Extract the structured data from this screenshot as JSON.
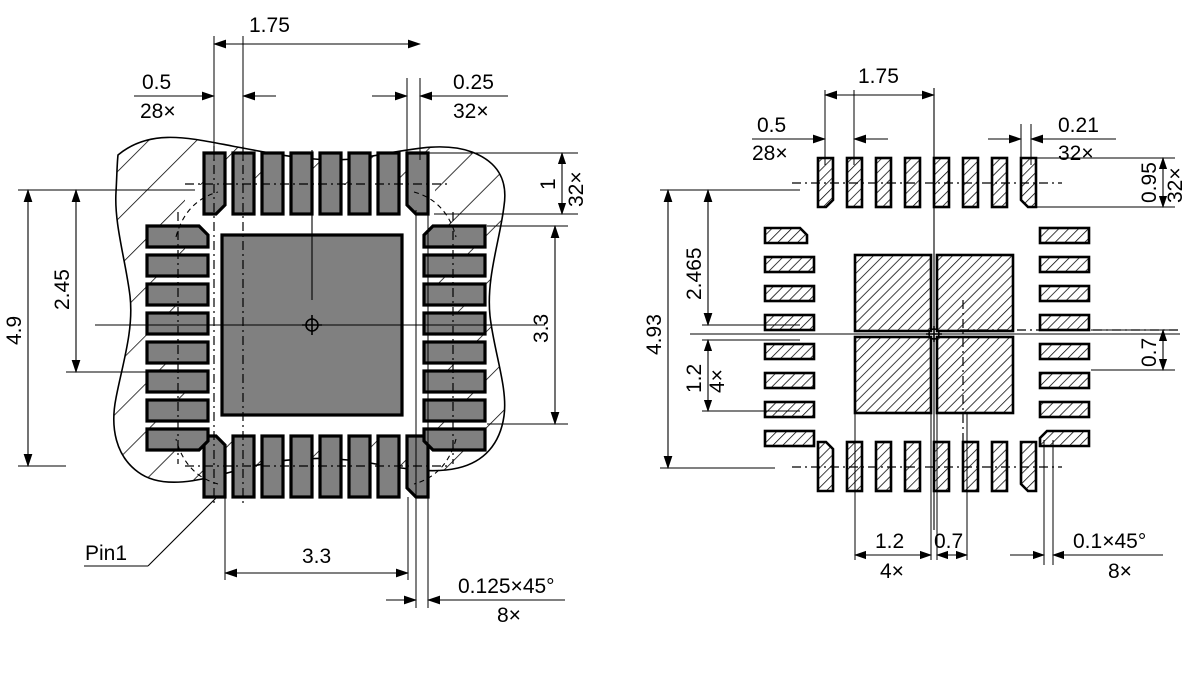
{
  "drawing": {
    "title": "QFN-32 package land pattern and stencil drawing",
    "units": "mm",
    "background_color": "#ffffff",
    "line_color": "#000000",
    "pad_fill_color": "#808080"
  },
  "left_view": {
    "name": "land-pattern-view",
    "pin1_label": "Pin1",
    "dimensions": {
      "pitch": {
        "value": "0.5",
        "count": "28×"
      },
      "center_pad_span_top": {
        "value": "1.75"
      },
      "pad_width": {
        "value": "0.25",
        "count": "32×"
      },
      "pad_length": {
        "value": "1",
        "count": "32×"
      },
      "inner_height": {
        "value": "2.45"
      },
      "overall_height": {
        "value": "4.9"
      },
      "pad_row_span": {
        "value": "3.3"
      },
      "pad_row_span_bottom": {
        "value": "3.3"
      },
      "chamfer": {
        "value": "0.125×45°",
        "count": "8×"
      }
    }
  },
  "right_view": {
    "name": "stencil-aperture-view",
    "dimensions": {
      "pitch": {
        "value": "0.5",
        "count": "28×"
      },
      "center_span_top": {
        "value": "1.75"
      },
      "aperture_width": {
        "value": "0.21",
        "count": "32×"
      },
      "aperture_length": {
        "value": "0.95",
        "count": "32×"
      },
      "inner_height": {
        "value": "2.465"
      },
      "overall_height": {
        "value": "4.93"
      },
      "thermal_pad_h": {
        "value": "1.2",
        "count": "4×"
      },
      "thermal_gap_v": {
        "value": "0.7"
      },
      "thermal_pad_w": {
        "value": "1.2",
        "count": "4×"
      },
      "thermal_gap_h": {
        "value": "0.7"
      },
      "chamfer": {
        "value": "0.1×45°",
        "count": "8×"
      }
    }
  },
  "labels": {
    "l_0_5": "0.5",
    "l_28x": "28×",
    "l_1_75": "1.75",
    "l_0_25": "0.25",
    "l_32x": "32×",
    "l_1": "1",
    "l_32x_b": "32×",
    "l_2_45": "2.45",
    "l_4_9": "4.9",
    "l_3_3": "3.3",
    "l_3_3b": "3.3",
    "l_pin1": "Pin1",
    "l_cham_left": "0.125×45°",
    "l_8x_left": "8×",
    "r_0_5": "0.5",
    "r_28x": "28×",
    "r_1_75": "1.75",
    "r_0_21": "0.21",
    "r_32x": "32×",
    "r_0_95": "0.95",
    "r_32x_b": "32×",
    "r_2_465": "2.465",
    "r_4_93": "4.93",
    "r_1_2": "1.2",
    "r_4x": "4×",
    "r_0_7": "0.7",
    "r_1_2b": "1.2",
    "r_4xb": "4×",
    "r_0_7b": "0.7",
    "r_cham": "0.1×45°",
    "r_8x": "8×"
  }
}
